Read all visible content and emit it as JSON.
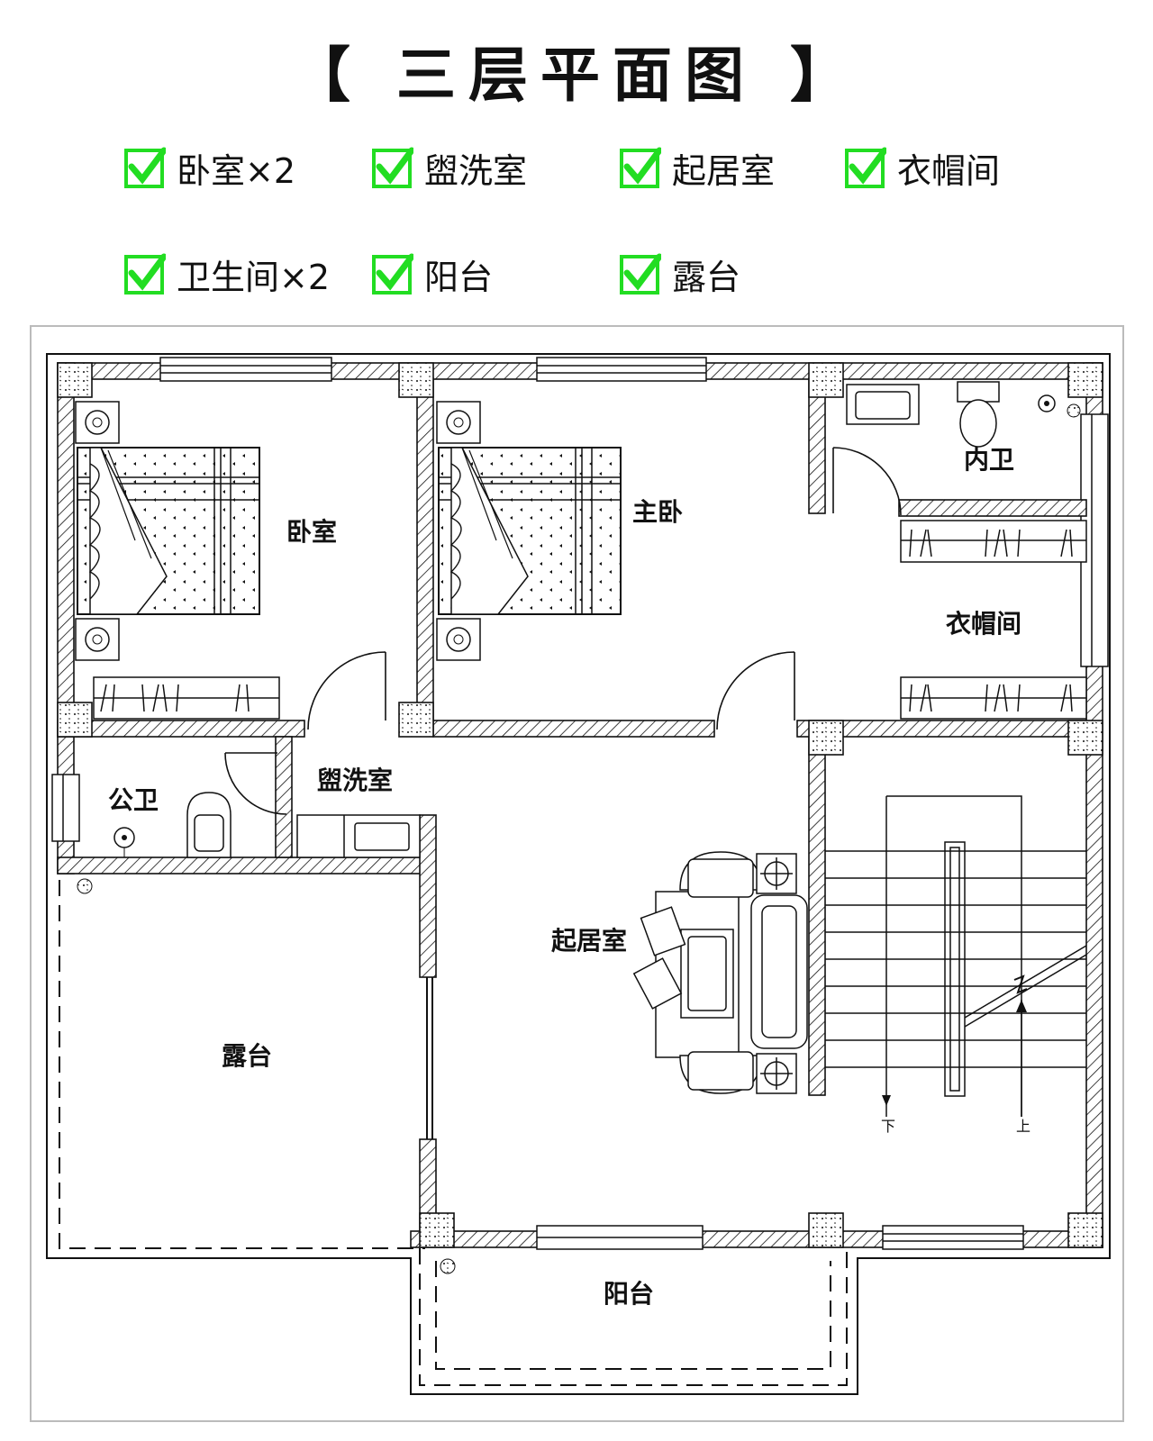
{
  "title": "【 三层平面图 】",
  "accent_color": "#22dd22",
  "legend": [
    {
      "label": "卧室×2",
      "icon": "check-icon"
    },
    {
      "label": "盥洗室",
      "icon": "check-icon"
    },
    {
      "label": "起居室",
      "icon": "check-icon"
    },
    {
      "label": "衣帽间",
      "icon": "check-icon"
    },
    {
      "label": "卫生间×2",
      "icon": "check-icon"
    },
    {
      "label": "阳台",
      "icon": "check-icon"
    },
    {
      "label": "露台",
      "icon": "check-icon"
    }
  ],
  "rooms": {
    "bedroom": "卧室",
    "master_bedroom": "主卧",
    "inner_bath": "内卫",
    "closet": "衣帽间",
    "public_bath": "公卫",
    "washroom": "盥洗室",
    "living_room": "起居室",
    "terrace": "露台",
    "balcony": "阳台"
  },
  "stairs": {
    "down": "下",
    "up": "上"
  }
}
